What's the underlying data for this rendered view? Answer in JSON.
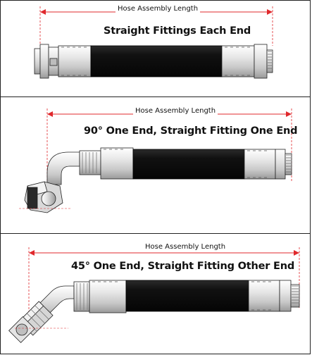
{
  "panels": [
    {
      "dimension_label": "Hose Assembly Length",
      "title": "Straight Fittings Each End",
      "config": "straight-straight"
    },
    {
      "dimension_label": "Hose Assembly Length",
      "title": "90° One End, Straight Fitting One End",
      "config": "90-straight"
    },
    {
      "dimension_label": "Hose Assembly Length",
      "title": "45° One End, Straight Fitting Other End",
      "config": "45-straight"
    }
  ],
  "colors": {
    "dimension_line": "#e0282c",
    "hose": "#141414",
    "fitting_light": "#f2f2f2",
    "fitting_mid": "#cfcfcf",
    "fitting_dark": "#8a8a8a",
    "outline": "#222222"
  }
}
